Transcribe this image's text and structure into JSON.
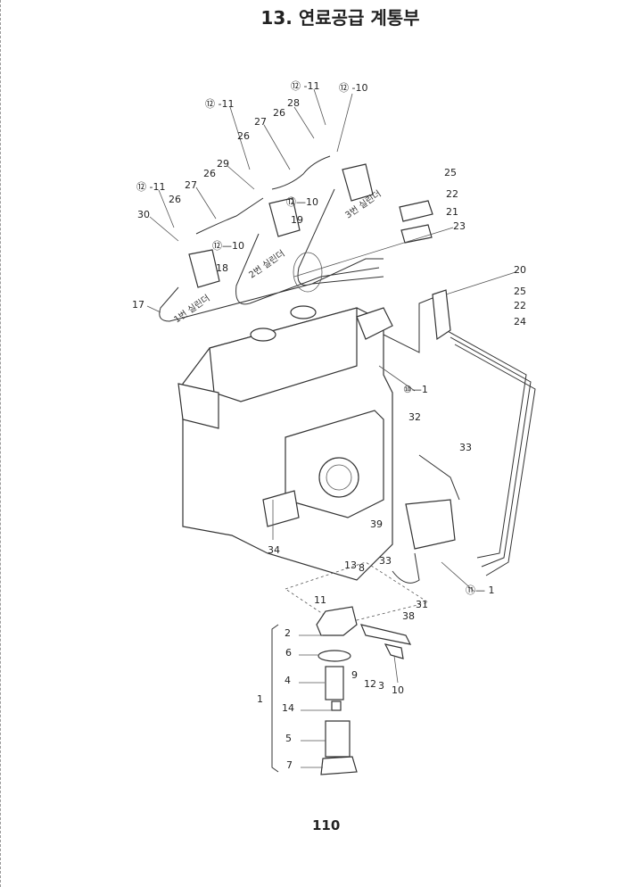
{
  "title": "13. 연료공급 계통부",
  "page_number": "110",
  "cylinder_labels": [
    "1번 실린더",
    "2번 실린더",
    "3번 실린더"
  ],
  "callouts": {
    "c12_11_a": "⑫ -11",
    "c12_11_b": "⑫ -11",
    "c12_10_a": "⑫ -10",
    "c28": "28",
    "c26_a": "26",
    "c27_a": "27",
    "c26_b": "26",
    "c29": "29",
    "c26_c": "26",
    "c27_b": "27",
    "c26_d": "26",
    "c12_11_c": "⑫ -11",
    "c30": "30",
    "c12_10_b": "⑫—10",
    "c12_10_c": "⑫—10",
    "c19": "19",
    "c18": "18",
    "c17": "17",
    "c25_a": "25",
    "c22_a": "22",
    "c21": "21",
    "c23": "23",
    "c20": "20",
    "c25_b": "25",
    "c22_b": "22",
    "c24": "24",
    "c10_1": "⑩—1",
    "c32": "32",
    "c33_a": "33",
    "c34": "34",
    "c39": "39",
    "c13": "13",
    "c8": "8",
    "c33_b": "33",
    "c31": "31",
    "c11_1": "⑪— 1",
    "c11": "11",
    "c38": "38",
    "c2": "2",
    "c6": "6",
    "c9": "9",
    "c12": "12",
    "c3": "3",
    "c10": "10",
    "c4": "4",
    "c1": "1",
    "c14": "14",
    "c5": "5",
    "c7": "7"
  }
}
